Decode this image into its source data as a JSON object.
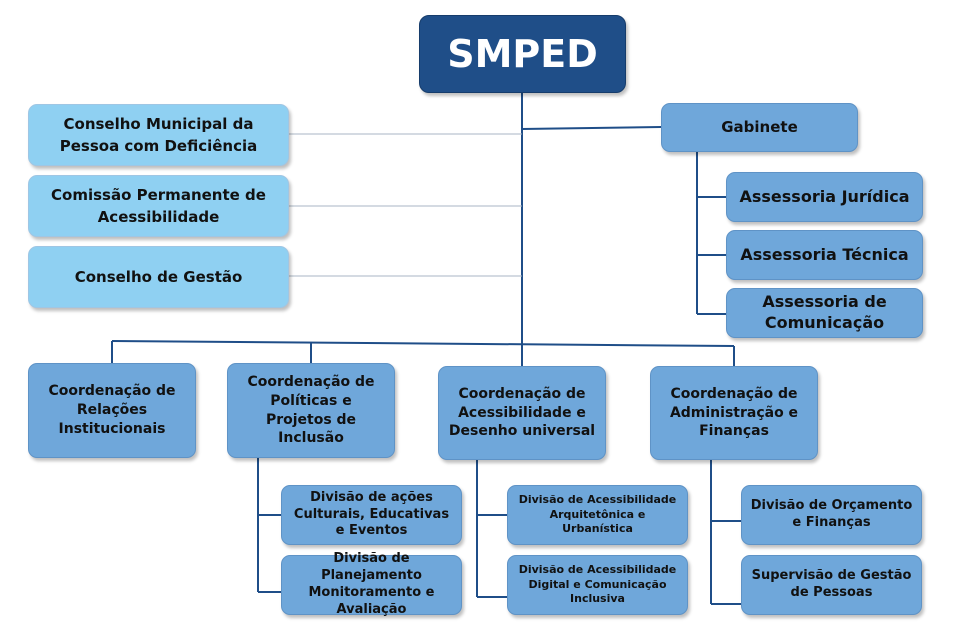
{
  "root": {
    "label": "SMPED"
  },
  "councils": [
    {
      "label": "Conselho Municipal da Pessoa com Deficiência"
    },
    {
      "label": "Comissão Permanente de Acessibilidade"
    },
    {
      "label": "Conselho de Gestão"
    }
  ],
  "gabinete": {
    "label": "Gabinete",
    "children": [
      {
        "label": "Assessoria Jurídica"
      },
      {
        "label": "Assessoria Técnica"
      },
      {
        "label": "Assessoria de Comunicação"
      }
    ]
  },
  "coordinations": [
    {
      "label": "Coordenação de Relações Institucionais",
      "divisions": []
    },
    {
      "label": "Coordenação de Políticas e Projetos de Inclusão",
      "divisions": [
        {
          "label": "Divisão de ações Culturais, Educativas e Eventos"
        },
        {
          "label": "Divisão de Planejamento Monitoramento e Avaliação"
        }
      ]
    },
    {
      "label": "Coordenação de Acessibilidade e Desenho universal",
      "divisions": [
        {
          "label": "Divisão de Acessibilidade Arquitetônica e Urbanística"
        },
        {
          "label": "Divisão de Acessibilidade Digital e Comunicação Inclusiva"
        }
      ]
    },
    {
      "label": "Coordenação de Administração e Finanças",
      "divisions": [
        {
          "label": "Divisão de Orçamento e Finanças"
        },
        {
          "label": "Supervisão de Gestão de Pessoas"
        }
      ]
    }
  ]
}
